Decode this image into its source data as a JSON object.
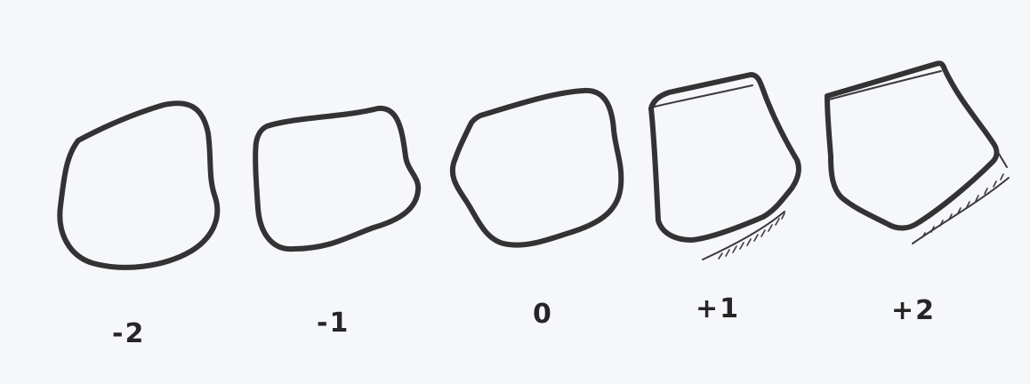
{
  "labels": {
    "minus2": "-2",
    "minus1": "-1",
    "zero": "0",
    "plus1": "+1",
    "plus2": "+2"
  },
  "colors": {
    "ink": "#333333",
    "paper": "#f5f7fb"
  }
}
